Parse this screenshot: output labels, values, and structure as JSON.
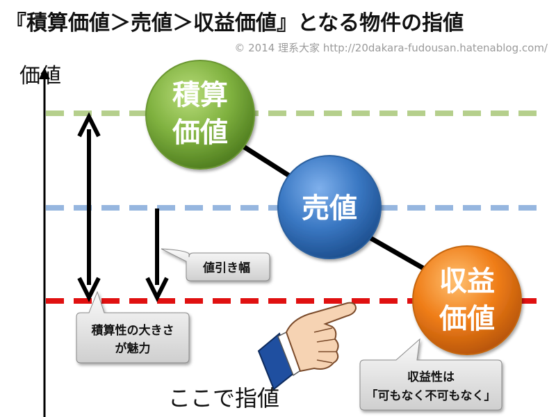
{
  "title": "『積算価値＞売値＞収益価値』となる物件の指値",
  "copyright": "© 2014 理系大家 http://20dakara-fudousan.hatenablog.com/",
  "axis": {
    "y_label": "価値"
  },
  "levels": [
    {
      "name": "積算価値",
      "line1": "積算",
      "line2": "価値",
      "color": "#7fb13f",
      "line_color": "#b5cf8c"
    },
    {
      "name": "売値",
      "line1": "売値",
      "color": "#3a78c3",
      "line_color": "#96b6df"
    },
    {
      "name": "収益価値",
      "line1": "収益",
      "line2": "価値",
      "color": "#ef7d18",
      "line_color": "#e01010"
    }
  ],
  "callouts": {
    "discount": "値引き幅",
    "land_value_1": "積算性の大きさ",
    "land_value_2": "が魅力",
    "yield_1": "収益性は",
    "yield_2": "「可もなく不可もなく」"
  },
  "pointer_label": "ここで指値"
}
